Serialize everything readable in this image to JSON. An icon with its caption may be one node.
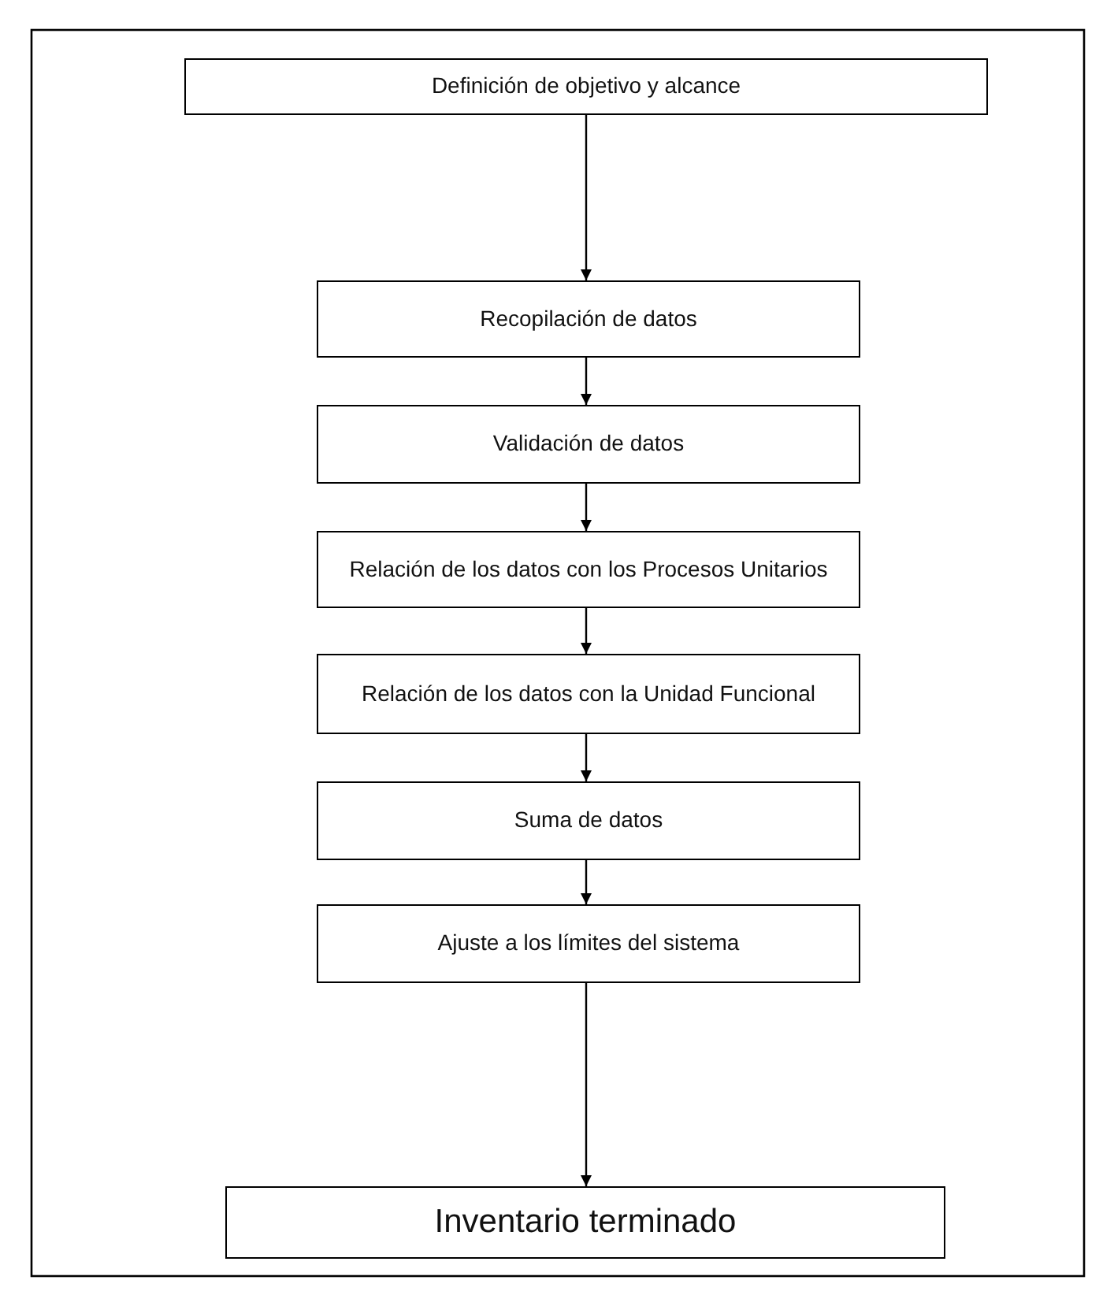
{
  "diagram": {
    "nodes": [
      {
        "text": [
          "Definición de objetivo y alcance"
        ]
      },
      {
        "text": [
          "Recopilación de datos"
        ]
      },
      {
        "text": [
          "Validación de datos"
        ]
      },
      {
        "text": [
          "Relación de los datos con los Procesos Unitarios"
        ]
      },
      {
        "text": [
          "Relación de los datos con la Unidad Funcional"
        ]
      },
      {
        "text": [
          "Suma de datos"
        ]
      },
      {
        "text": [
          "Ajuste a los límites del sistema"
        ]
      },
      {
        "text": [
          "Inventario terminado"
        ]
      }
    ],
    "edges": [
      {
        "from": 0,
        "to": 1,
        "arrow": "to"
      },
      {
        "from": 1,
        "to": 2,
        "arrow": "to"
      },
      {
        "from": 2,
        "to": 3,
        "arrow": "to"
      },
      {
        "from": 3,
        "to": 4,
        "arrow": "to"
      },
      {
        "from": 4,
        "to": 5,
        "arrow": "to"
      },
      {
        "from": 5,
        "to": 6,
        "arrow": "to"
      },
      {
        "from": 6,
        "to": 7,
        "arrow": "to"
      }
    ]
  }
}
